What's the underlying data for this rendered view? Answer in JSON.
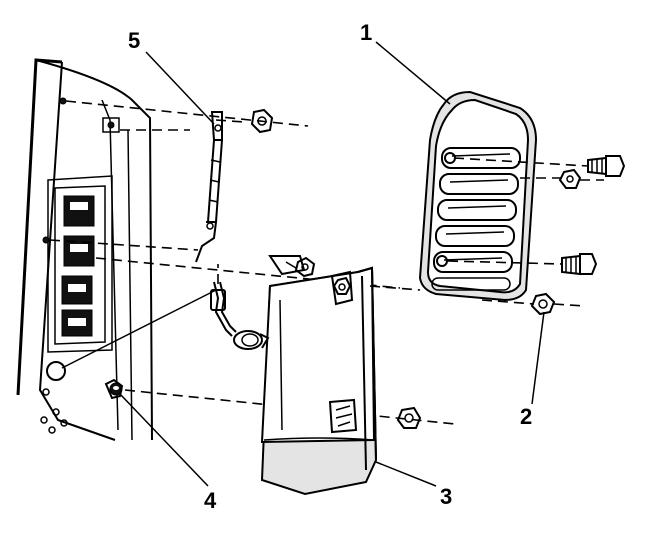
{
  "callouts": [
    {
      "id": "1",
      "label": "1"
    },
    {
      "id": "2",
      "label": "2"
    },
    {
      "id": "3",
      "label": "3"
    },
    {
      "id": "4",
      "label": "4"
    },
    {
      "id": "5",
      "label": "5"
    }
  ],
  "colors": {
    "line": "#000000",
    "shade": "#e4e4e4",
    "background": "#ffffff"
  }
}
